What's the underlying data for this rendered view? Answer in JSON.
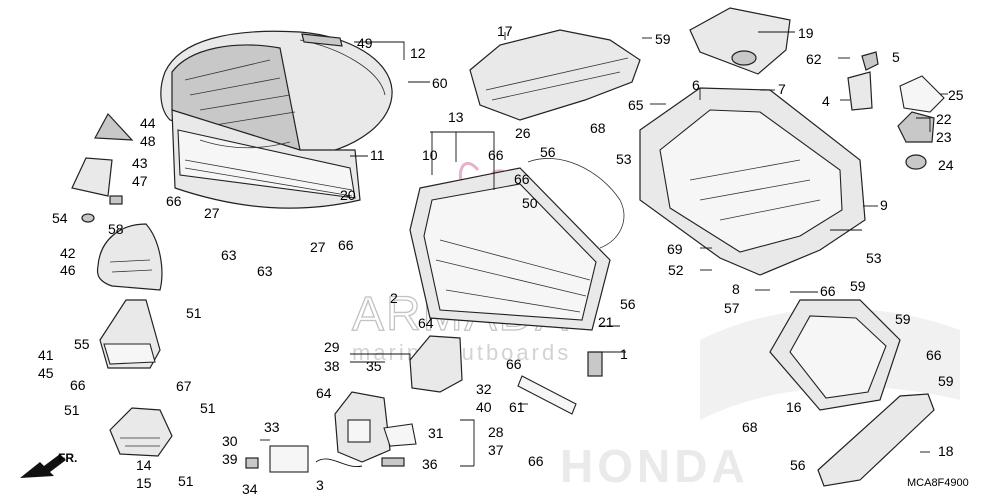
{
  "diagram": {
    "code": "MCA8F4900",
    "front_label": "FR.",
    "watermark": {
      "brand": "ARMADA",
      "tagline": "marine outboards",
      "maker": "HONDA"
    }
  },
  "callouts": [
    "49",
    "12",
    "17",
    "59",
    "19",
    "60",
    "62",
    "5",
    "4",
    "25",
    "6",
    "7",
    "65",
    "22",
    "23",
    "13",
    "26",
    "68",
    "53",
    "24",
    "44",
    "48",
    "11",
    "43",
    "47",
    "10",
    "66",
    "56",
    "50",
    "9",
    "54",
    "58",
    "66",
    "20",
    "27",
    "63",
    "63",
    "27",
    "66",
    "69",
    "52",
    "53",
    "42",
    "46",
    "66",
    "2",
    "8",
    "57",
    "66",
    "59",
    "51",
    "59",
    "64",
    "56",
    "21",
    "55",
    "29",
    "38",
    "35",
    "66",
    "1",
    "66",
    "41",
    "45",
    "66",
    "67",
    "32",
    "40",
    "16",
    "59",
    "51",
    "51",
    "33",
    "64",
    "61",
    "28",
    "37",
    "68",
    "30",
    "39",
    "31",
    "56",
    "14",
    "15",
    "51",
    "36",
    "18",
    "3",
    "34",
    "66"
  ]
}
